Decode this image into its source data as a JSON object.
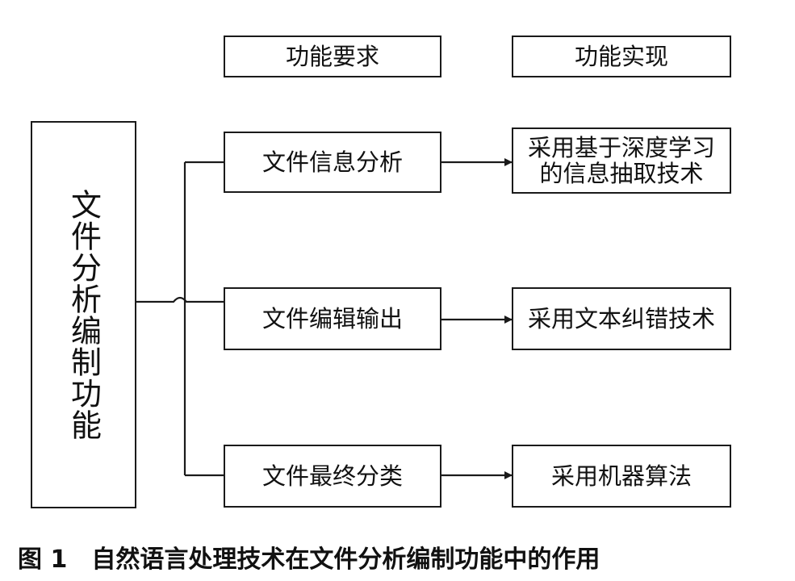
{
  "header": {
    "requirement_label": "功能要求",
    "implementation_label": "功能实现"
  },
  "main": {
    "label": "文件分析编制功能"
  },
  "requirements": [
    {
      "label": "文件信息分析"
    },
    {
      "label": "文件编辑输出"
    },
    {
      "label": "文件最终分类"
    }
  ],
  "implementations": [
    {
      "label": "采用基于深度学习的信息抽取技术"
    },
    {
      "label": "采用文本纠错技术"
    },
    {
      "label": "采用机器算法"
    }
  ],
  "caption": {
    "number": "图 1",
    "text": "自然语言处理技术在文件分析编制功能中的作用"
  },
  "colors": {
    "line": "#1a1a1a",
    "background": "#ffffff"
  }
}
